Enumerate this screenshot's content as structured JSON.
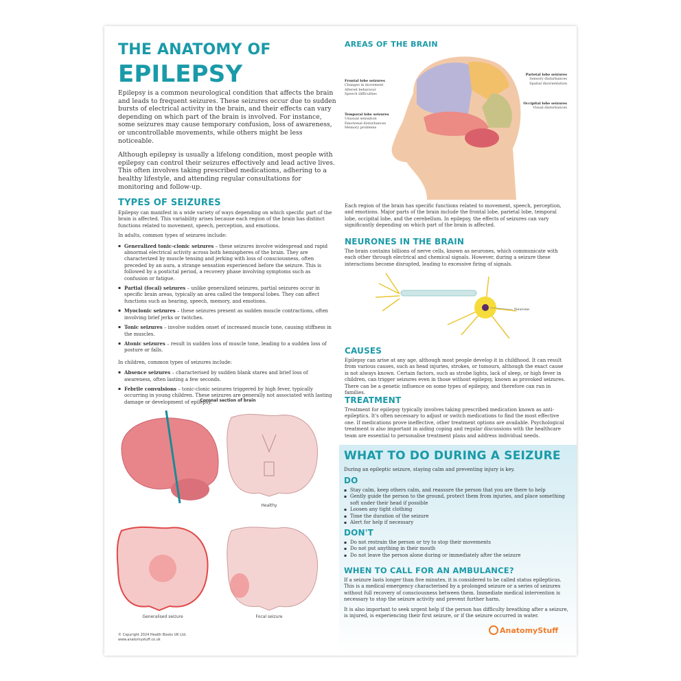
{
  "title": {
    "line1": "THE ANATOMY OF",
    "line2": "EPILEPSY"
  },
  "intro": [
    "Epilepsy is a common neurological condition that affects the brain and leads to frequent seizures. These seizures occur due to sudden bursts of electrical activity in the brain, and their effects can vary depending on which part of the brain is involved. For instance, some seizures may cause temporary confusion, loss of awareness, or uncontrollable movements, while others might be less noticeable.",
    "Although epilepsy is usually a lifelong condition, most people with epilepsy can control their seizures effectively and lead active lives. This often involves taking prescribed medications, adhering to a healthy lifestyle, and attending regular consultations for monitoring and follow-up."
  ],
  "types": {
    "heading": "TYPES OF SEIZURES",
    "intro": "Epilepsy can manifest in a wide variety of ways depending on which specific part of the brain is affected. This variability arises because each region of the brain has distinct functions related to movement, speech, perception, and emotions.",
    "adults_intro": "In adults, common types of seizures include:",
    "adults": [
      {
        "term": "Generalized tonic-clonic seizures",
        "desc": " – these seizures involve widespread and rapid abnormal electrical activity across both hemispheres of the brain. They are characterized by muscle tensing and jerking with loss of consciousness, often preceded by an aura, a strange sensation experienced before the seizure. This is followed by a postictal period, a recovery phase involving symptoms such as confusion or fatigue."
      },
      {
        "term": "Partial (focal) seizures",
        "desc": " – unlike generalized seizures, partial seizures occur in specific brain areas, typically an area called the temporal lobes. They can affect functions such as hearing, speech, memory, and emotions."
      },
      {
        "term": "Myoclonic seizures",
        "desc": " – these seizures present as sudden muscle contractions, often involving brief jerks or twitches."
      },
      {
        "term": "Tonic seizures",
        "desc": " – involve sudden onset of increased muscle tone, causing stiffness in the muscles."
      },
      {
        "term": "Atonic seizures",
        "desc": " – result in sudden loss of muscle tone, leading to a sudden loss of posture or falls."
      }
    ],
    "children_intro": "In children, common types of seizures include:",
    "children": [
      {
        "term": "Absence seizures",
        "desc": " – characterised by sudden blank stares and brief loss of awareness, often lasting a few seconds."
      },
      {
        "term": "Febrile convulsions",
        "desc": " – tonic-clonic seizures triggered by high fever, typically occurring in young children. These seizures are generally not associated with lasting damage or development of epilepsy."
      }
    ]
  },
  "coronal": {
    "title": "Coronal section of brain",
    "healthy": "Healthy",
    "generalised": "Generalised seizure",
    "focal": "Focal seizure"
  },
  "footer": {
    "copyright": "© Copyright 2024 Health Books UK Ltd.",
    "website": "www.anatomystuff.co.uk"
  },
  "areas": {
    "heading": "AREAS OF THE BRAIN",
    "labels": {
      "frontal": {
        "title": "Frontal lobe seizures",
        "items": [
          "Changes in movement",
          "Altered behaviour",
          "Speech difficulties"
        ]
      },
      "temporal": {
        "title": "Temporal lobe seizures",
        "items": [
          "Unusual sensation",
          "Emotional disturbances",
          "Memory problems"
        ]
      },
      "parietal": {
        "title": "Parietal lobe seizures",
        "items": [
          "Sensory disturbances",
          "Spatial disorientation"
        ]
      },
      "occipital": {
        "title": "Occipital lobe seizures",
        "items": [
          "Visual disturbances"
        ]
      }
    },
    "text": "Each region of the brain has specific functions related to movement, speech, perception, and emotions. Major parts of the brain include the frontal lobe, parietal lobe, temporal lobe, occipital lobe, and the cerebellum. In epilepsy, the effects of seizures can vary significantly depending on which part of the brain is affected."
  },
  "neurones": {
    "heading": "NEURONES IN THE BRAIN",
    "text": "The brain contains billions of nerve cells, known as neurones, which communicate with each other through electrical and chemical signals. However, during a seizure these interactions become disrupted, leading to excessive firing of signals.",
    "label": "Neurone"
  },
  "causes": {
    "heading": "CAUSES",
    "text": "Epilepsy can arise at any age, although most people develop it in childhood. It can result from various causes, such as head injuries, strokes, or tumours, although the exact cause is not always known. Certain factors, such as strobe lights, lack of sleep, or high fever in children, can trigger seizures even in those without epilepsy, known as provoked seizures. There can be a genetic influence on some types of epilepsy, and therefore can run in families."
  },
  "treatment": {
    "heading": "TREATMENT",
    "text": "Treatment for epilepsy typically involves taking prescribed medication known as anti-epileptics. It's often necessary to adjust or switch medications to find the most effective one. If medications prove ineffective, other treatment options are available. Psychological treatment is also important in aiding coping and regular discussions with the healthcare team are essential to personalise treatment plans and address individual needs."
  },
  "during": {
    "heading": "WHAT TO DO DURING A SEIZURE",
    "intro": "During an epileptic seizure, staying calm and preventing injury is key.",
    "do_heading": "DO",
    "do": [
      "Stay calm, keep others calm, and reassure the person that you are there to help",
      "Gently guide the person to the ground, protect them from injuries, and place something soft under their head if possible",
      "Loosen any tight clothing",
      "Time the duration of the seizure",
      "Alert for help if necessary"
    ],
    "dont_heading": "DON'T",
    "dont": [
      "Do not restrain the person or try to stop their movements",
      "Do not put anything in their mouth",
      "Do not leave the person alone during or immediately after the seizure"
    ],
    "ambulance_heading": "WHEN TO CALL FOR AN AMBULANCE?",
    "ambulance": [
      "If a seizure lasts longer than five minutes, it is considered to be called status epilepticus. This is a medical emergency characterised by a prolonged seizure or a series of seizures without full recovery of consciousness between them. Immediate medical intervention is necessary to stop the seizure activity and prevent further harm.",
      "It is also important to seek urgent help if the person has difficulty breathing after a seizure, is injured, is experiencing their first seizure, or if the seizure occurred in water."
    ]
  },
  "brand": {
    "name": "AnatomyStuff",
    "color": "#f07c28"
  },
  "colors": {
    "accent": "#1a9aa8"
  }
}
